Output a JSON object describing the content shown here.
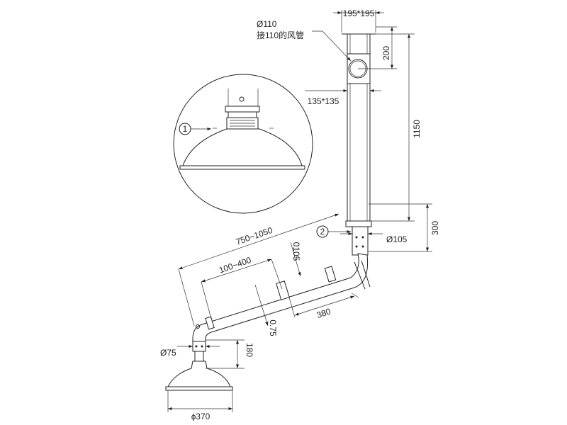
{
  "labels": {
    "inlet_diameter": "Ø110",
    "inlet_note": "接110的风管",
    "flange_size": "195*195",
    "inlet_height": "200",
    "column_section": "135*135",
    "column_length": "1150",
    "joint_height": "300",
    "joint_diameter": "Ø105",
    "arm_reach": "750~1050",
    "telescopic_range": "100~400",
    "arm_diameter": "0105",
    "upper_segment": "380",
    "lower_arm_diameter": "0.75",
    "hood_neck_diameter": "Ø75",
    "hood_neck_height": "180",
    "hood_diameter": "ɸ370"
  },
  "callouts": [
    "1",
    "2"
  ]
}
